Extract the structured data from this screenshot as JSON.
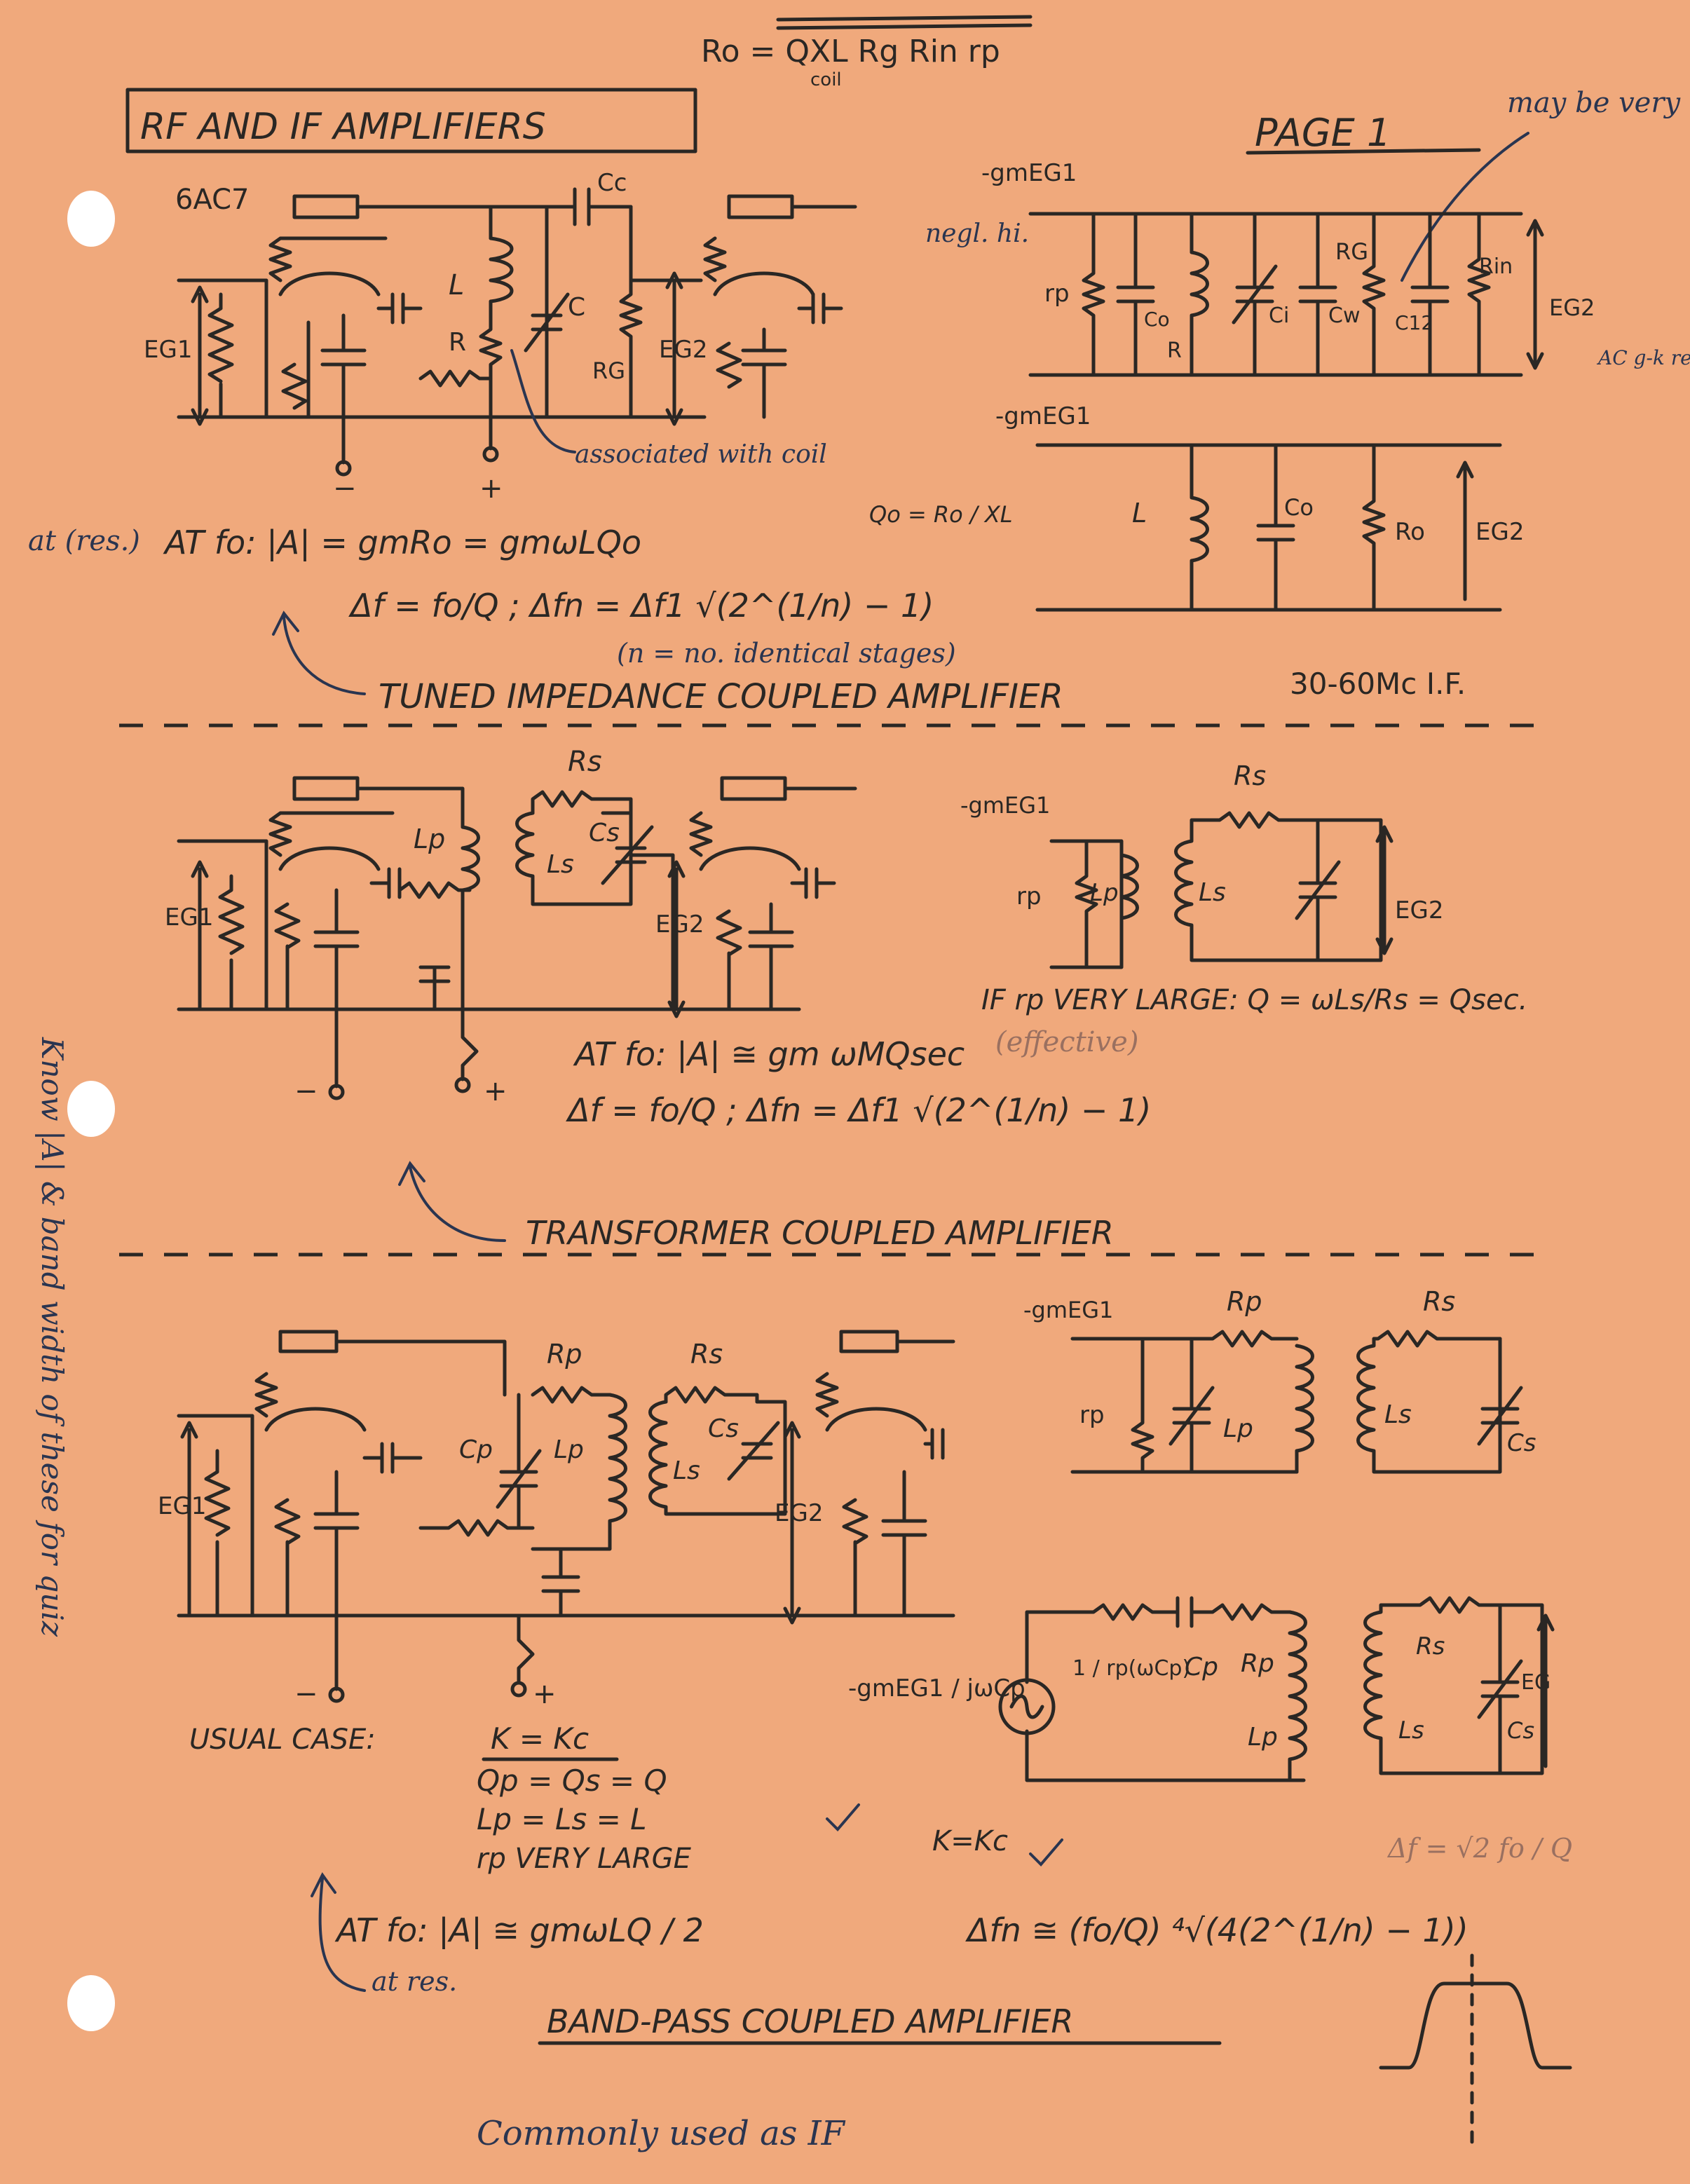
{
  "header": {
    "title": "RF AND IF AMPLIFIERS",
    "page": "PAGE 1",
    "top_formula": "Ro = QXL Rg Rin rp",
    "top_formula_sub": "coil",
    "note_maybe_low": "may be very low",
    "note_negl_hi": "negl. hi.",
    "note_ac_gk": "AC g-k res."
  },
  "section1": {
    "tube": "6AC7",
    "labels": {
      "cc": "Cc",
      "l": "L",
      "c": "C",
      "r": "R",
      "rg": "RG",
      "eg1": "EG1",
      "eg2": "EG2",
      "minus": "−",
      "plus": "+",
      "associated": "associated with coil",
      "gm_eg1": "-gmEG1",
      "rp": "rp",
      "co": "Co",
      "r2": "R",
      "ci": "Ci",
      "cw": "Cw",
      "c12": "C12",
      "rg2": "RG",
      "rin": "Rin",
      "co_b": "Co",
      "ro": "Ro",
      "l2": "L"
    },
    "at_res": "at (res.)",
    "eq1": "AT fo:   |A| = gmRo = gmωLQo",
    "eq_q": "Qo = Ro / XL",
    "eq2": "Δf =  fo/Q  ;  Δfn = Δf1 √(2^(1/n) − 1)",
    "eq3": "(n = no. identical stages)",
    "caption": "TUNED IMPEDANCE COUPLED AMPLIFIER",
    "if_range": "30-60Mc I.F."
  },
  "section2": {
    "labels": {
      "rs": "Rs",
      "lp": "Lp",
      "cs": "Cs",
      "ls": "Ls",
      "eg1": "EG1",
      "eg2": "EG2",
      "minus": "−",
      "plus": "+",
      "gm_eg1": "-gmEG1",
      "rp": "rp",
      "rs2": "Rs",
      "ls2": "Ls",
      "lp2": "Lp",
      "eg2b": "EG2"
    },
    "cond": "IF rp VERY LARGE:  Q = ωLs/Rs = Qsec.",
    "eq1": "AT fo: |A| ≅ gm ωMQsec",
    "eq1_note": "(effective)",
    "eq2": "Δf = fo/Q  ;   Δfn = Δf1 √(2^(1/n) − 1)",
    "caption": "TRANSFORMER COUPLED AMPLIFIER",
    "side_note": "Know |A| & band width of these for quiz"
  },
  "section3": {
    "labels": {
      "rp": "Rp",
      "rs": "Rs",
      "cp": "Cp",
      "lp": "Lp",
      "cs": "Cs",
      "ls": "Ls",
      "eg1": "EG1",
      "eg2": "EG2",
      "minus": "−",
      "plus": "+",
      "gm_eg1": "-gmEG1",
      "rp_small": "rp",
      "rp2": "Rp",
      "lp2": "Lp",
      "rs2": "Rs",
      "ls2": "Ls",
      "cs2": "Cs",
      "src": "-gmEG1 / jωCp",
      "r_frac": "1 / rp(ωCp)",
      "cp2": "Cp",
      "rp3": "Rp",
      "lp3": "Lp",
      "rs3": "Rs",
      "ls3": "Ls",
      "cs3": "Cs",
      "eg": "EG"
    },
    "usual_case": "USUAL CASE:",
    "cond": [
      "K = Kc",
      "Qp = Qs = Q",
      "Lp = Ls = L",
      "rp VERY LARGE"
    ],
    "kkc": "K=Kc",
    "eq1": "AT fo: |A| ≅ gmωLQ / 2",
    "at_res": "at res.",
    "eq2": "Δfn ≅ (fo/Q) ⁴√(4(2^(1/n) − 1))",
    "pencil_eq": "Δf = √2 fo / Q",
    "caption": "BAND-PASS COUPLED AMPLIFIER",
    "footer_note": "Commonly used as IF"
  }
}
